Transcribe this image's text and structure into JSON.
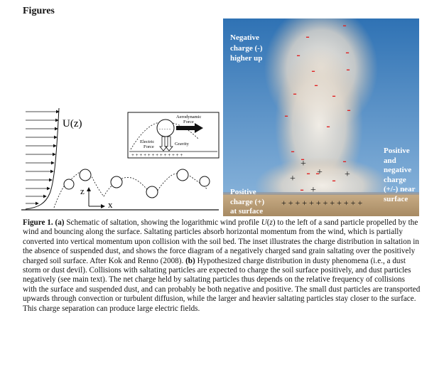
{
  "heading": "Figures",
  "schematic": {
    "wind_profile_label": "U(z)",
    "axis_z": "z",
    "axis_x": "x",
    "inset": {
      "aero_label_line1": "Aerodynamic",
      "aero_label_line2": "Force",
      "electric_label_line1": "Electric",
      "electric_label_line2": "Force",
      "gravity_label": "Gravity",
      "surface_charges": "+ + + + + + + + + + + + +",
      "grain_charges": "- - - - -"
    }
  },
  "photo": {
    "label_top": [
      "Negative",
      "charge (-)",
      "higher up"
    ],
    "label_right": [
      "Positive",
      "and",
      "negative",
      "charge",
      "(+/-) near",
      "surface"
    ],
    "label_bottom_left": [
      "Positive",
      "charge (+)",
      "at surface"
    ],
    "minus_sign": "-",
    "plus_sign": "+",
    "surface_plus_row": "+ + + + + + + + + + + +"
  },
  "caption": {
    "fig_label": "Figure 1.",
    "part_a": "(a)",
    "text_1": "Schematic of saltation, showing the logarithmic wind profile",
    "u_symbol": "U",
    "z_symbol": "z",
    "text_2": "to the left of a sand particle propelled by the wind and bouncing along the surface. Saltating particles absorb horizontal momentum from the wind, which is partially converted into vertical momentum upon collision with the soil bed. The inset illustrates the charge distribution in saltation in the absence of suspended dust, and shows the force diagram of a negatively charged sand grain saltating over the positively charged soil surface. After Kok and Renno (2008).",
    "part_b": "(b)",
    "text_3": "Hypothesized charge distribution in dusty phenomena (i.e., a dust storm or dust devil). Collisions with saltating particles are expected to charge the soil surface positively, and dust particles negatively (see main text). The net charge held by saltating particles thus depends on the relative frequency of collisions with the surface and suspended dust, and can probably be both negative and positive. The small dust particles are transported upwards through convection or turbulent diffusion, while the larger and heavier saltating particles stay closer to the surface. This charge separation can produce large electric fields."
  }
}
